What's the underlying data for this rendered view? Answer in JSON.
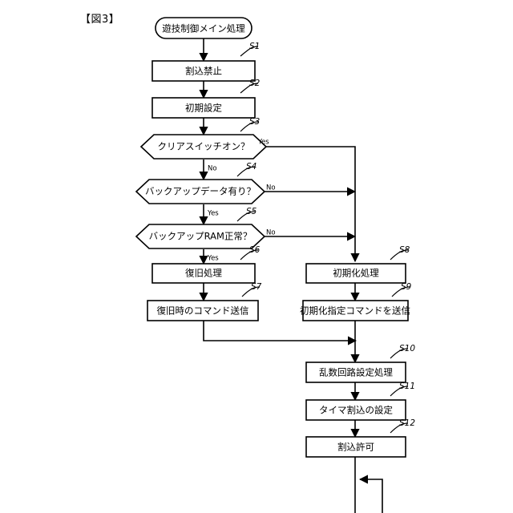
{
  "figure": {
    "label": "【図3】",
    "title": "遊技制御メイン処理"
  },
  "nodes": [
    {
      "id": "start",
      "type": "terminator",
      "label": "遊技制御メイン処理",
      "step": ""
    },
    {
      "id": "s1",
      "type": "process",
      "label": "割込禁止",
      "step": "S1"
    },
    {
      "id": "s2",
      "type": "process",
      "label": "初期設定",
      "step": "S2"
    },
    {
      "id": "s3",
      "type": "decision",
      "label": "クリアスイッチオン？",
      "step": "S3"
    },
    {
      "id": "s4",
      "type": "decision",
      "label": "バックアップデータ有り？",
      "step": "S4"
    },
    {
      "id": "s5",
      "type": "decision",
      "label": "バックアップRAM正常？",
      "step": "S5"
    },
    {
      "id": "s6",
      "type": "process",
      "label": "復旧処理",
      "step": "S6"
    },
    {
      "id": "s7",
      "type": "process",
      "label": "復旧時のコマンド送信",
      "step": "S7"
    },
    {
      "id": "s8",
      "type": "process",
      "label": "初期化処理",
      "step": "S8"
    },
    {
      "id": "s9",
      "type": "process",
      "label": "初期化指定コマンドを送信",
      "step": "S9"
    },
    {
      "id": "s10",
      "type": "process",
      "label": "乱数回路設定処理",
      "step": "S10"
    },
    {
      "id": "s11",
      "type": "process",
      "label": "タイマ割込の設定",
      "step": "S11"
    },
    {
      "id": "s12",
      "type": "process",
      "label": "割込許可",
      "step": "S12"
    }
  ],
  "edge_labels": {
    "s3_yes": "Yes",
    "s3_no": "No",
    "s4_no": "No",
    "s4_yes": "Yes",
    "s5_no": "No",
    "s5_yes": "Yes"
  },
  "text": {
    "start_label": "遊技制御メイン処理",
    "s1_label": "割込禁止",
    "s2_label": "初期設定",
    "s3_label": "クリアスイッチオン？",
    "s4_label": "バックアップデータ有り？",
    "s5_label": "バックアップRAM正常？",
    "s6_label": "復旧処理",
    "s7_label": "復旧時のコマンド送信",
    "s8_label": "初期化処理",
    "s9_label": "初期化指定コマンドを送信",
    "s10_label": "乱数回路設定処理",
    "s11_label": "タイマ割込の設定",
    "s12_label": "割込許可"
  },
  "steps": {
    "s1": "S1",
    "s2": "S2",
    "s3": "S3",
    "s4": "S4",
    "s5": "S5",
    "s6": "S6",
    "s7": "S7",
    "s8": "S8",
    "s9": "S9",
    "s10": "S10",
    "s11": "S11",
    "s12": "S12"
  },
  "colors": {
    "stroke": "#000000",
    "fill": "#ffffff",
    "background": "#ffffff"
  }
}
